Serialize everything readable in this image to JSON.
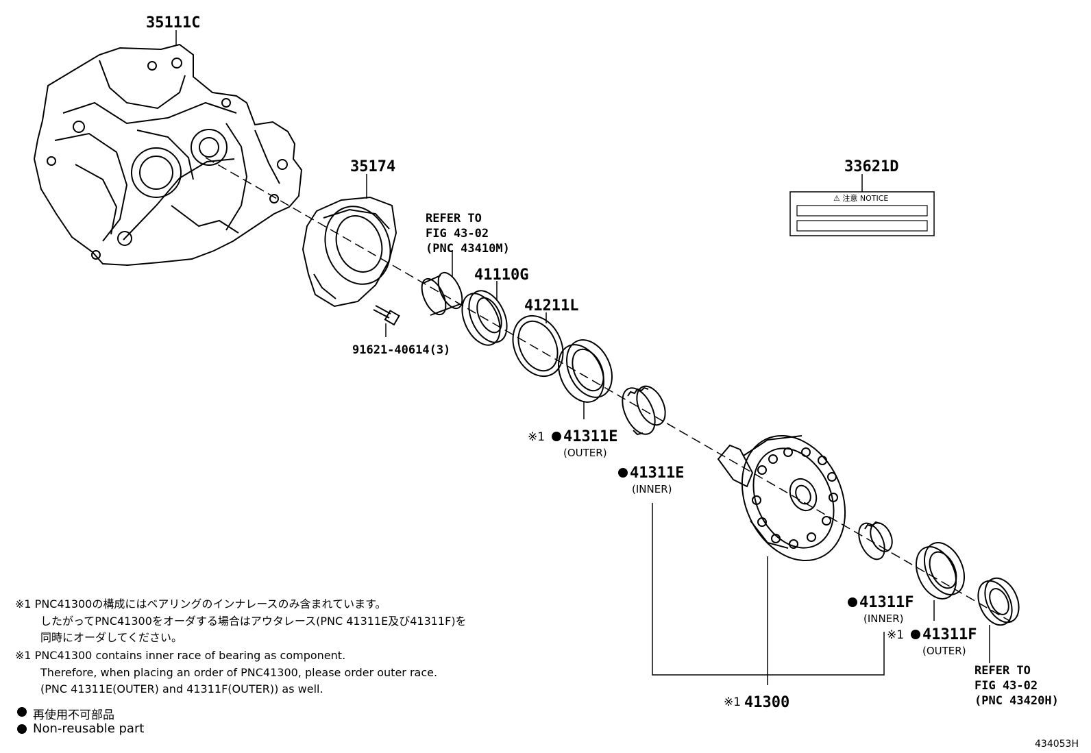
{
  "parts": {
    "case": "35111C",
    "cover": "35174",
    "label_part": "33621D",
    "notice": "⚠ 注意  NOTICE",
    "bolt": "91621-40614(3)",
    "ref1_a": "REFER TO",
    "ref1_b": "FIG 43-02",
    "ref1_c": "(PNC 43410M)",
    "seal": "41110G",
    "shim": "41211L",
    "outer_e_mark": "※1",
    "outer_e": "41311E",
    "outer_e_sub": "(OUTER)",
    "inner_e": "41311E",
    "inner_e_sub": "(INNER)",
    "inner_f": "41311F",
    "inner_f_sub": "(INNER)",
    "outer_f_mark": "※1",
    "outer_f": "41311F",
    "outer_f_sub": "(OUTER)",
    "ref2_a": "REFER TO",
    "ref2_b": "FIG 43-02",
    "ref2_c": "(PNC 43420H)",
    "diff_mark": "※1",
    "diff": "41300"
  },
  "notes": {
    "jp1": "※1 PNC41300の構成にはベアリングのインナレースのみ含まれています。",
    "jp2": "したがってPNC41300をオーダする場合はアウタレース(PNC 41311E及び41311F)を",
    "jp3": "同時にオーダしてください。",
    "en1": "※1 PNC41300 contains inner race of bearing as component.",
    "en2": "Therefore, when placing an order of PNC41300, please order outer race.",
    "en3": "(PNC 41311E(OUTER) and 41311F(OUTER)) as well.",
    "legend_jp": "再使用不可部品",
    "legend_en": "Non-reusable part"
  },
  "figure_id": "434053H"
}
